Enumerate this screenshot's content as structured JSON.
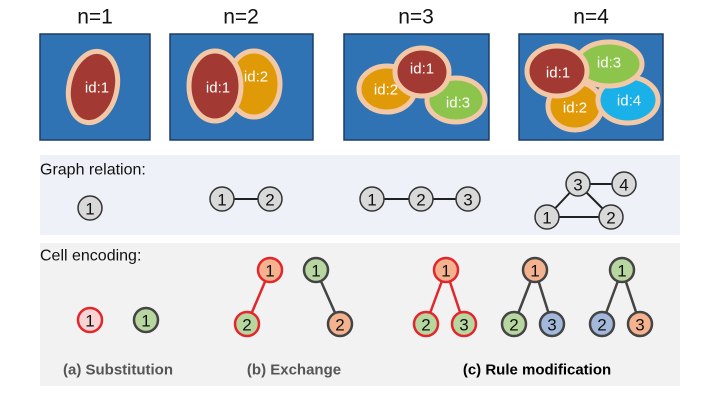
{
  "panels": [
    {
      "title": "n=1",
      "cells": [
        {
          "label": "id:1",
          "color": "#a23a33"
        }
      ]
    },
    {
      "title": "n=2",
      "cells": [
        {
          "label": "id:1",
          "color": "#a23a33"
        },
        {
          "label": "id:2",
          "color": "#e09a08"
        }
      ]
    },
    {
      "title": "n=3",
      "cells": [
        {
          "label": "id:2",
          "color": "#e09a08"
        },
        {
          "label": "id:1",
          "color": "#a23a33"
        },
        {
          "label": "id:3",
          "color": "#8cc44c"
        }
      ]
    },
    {
      "title": "n=4",
      "cells": [
        {
          "label": "id:1",
          "color": "#a23a33"
        },
        {
          "label": "id:3",
          "color": "#8cc44c"
        },
        {
          "label": "id:2",
          "color": "#e09a08"
        },
        {
          "label": "id:4",
          "color": "#1ab0e8"
        }
      ]
    }
  ],
  "graph_section": {
    "label": "Graph relation:",
    "graphs": [
      {
        "nodes": [
          "1"
        ],
        "edges": []
      },
      {
        "nodes": [
          "1",
          "2"
        ],
        "edges": [
          [
            0,
            1
          ]
        ]
      },
      {
        "nodes": [
          "1",
          "2",
          "3"
        ],
        "edges": [
          [
            0,
            1
          ],
          [
            1,
            2
          ]
        ]
      },
      {
        "nodes": [
          "1",
          "2",
          "3",
          "4"
        ],
        "edges": [
          [
            0,
            1
          ],
          [
            0,
            2
          ],
          [
            1,
            2
          ],
          [
            2,
            3
          ]
        ]
      }
    ]
  },
  "encoding_section": {
    "label": "Cell encoding:",
    "captions": [
      "(a) Substitution",
      "(b) Exchange",
      "(c) Rule modification"
    ],
    "trees": [
      {
        "nodes": [
          {
            "t": "1",
            "fill": "#f8d4d4",
            "stroke": "#e3262c"
          }
        ],
        "edges": []
      },
      {
        "nodes": [
          {
            "t": "1",
            "fill": "#b8d6a0",
            "stroke": "#444444"
          }
        ],
        "edges": []
      },
      {
        "nodes": [
          {
            "t": "1",
            "fill": "#f4b38e",
            "stroke": "#e3262c"
          },
          {
            "t": "2",
            "fill": "#b8d6a0",
            "stroke": "#e3262c"
          }
        ],
        "edges": [
          [
            0,
            1
          ]
        ],
        "edge_color": "#e3262c"
      },
      {
        "nodes": [
          {
            "t": "1",
            "fill": "#b8d6a0",
            "stroke": "#444444"
          },
          {
            "t": "2",
            "fill": "#f4b38e",
            "stroke": "#444444"
          }
        ],
        "edges": [
          [
            0,
            1
          ]
        ],
        "edge_color": "#444444"
      },
      {
        "nodes": [
          {
            "t": "1",
            "fill": "#f4b38e",
            "stroke": "#e3262c"
          },
          {
            "t": "2",
            "fill": "#b8d6a0",
            "stroke": "#e3262c"
          },
          {
            "t": "3",
            "fill": "#b8d6a0",
            "stroke": "#e3262c"
          }
        ],
        "edges": [
          [
            0,
            1
          ],
          [
            0,
            2
          ]
        ],
        "edge_color": "#e3262c"
      },
      {
        "nodes": [
          {
            "t": "1",
            "fill": "#f4b38e",
            "stroke": "#444444"
          },
          {
            "t": "2",
            "fill": "#b8d6a0",
            "stroke": "#444444"
          },
          {
            "t": "3",
            "fill": "#a3b9dc",
            "stroke": "#444444"
          }
        ],
        "edges": [
          [
            0,
            1
          ],
          [
            0,
            2
          ]
        ],
        "edge_color": "#444444"
      },
      {
        "nodes": [
          {
            "t": "1",
            "fill": "#b8d6a0",
            "stroke": "#444444"
          },
          {
            "t": "2",
            "fill": "#a3b9dc",
            "stroke": "#444444"
          },
          {
            "t": "3",
            "fill": "#f4b38e",
            "stroke": "#444444"
          }
        ],
        "edges": [
          [
            0,
            1
          ],
          [
            0,
            2
          ]
        ],
        "edge_color": "#444444"
      }
    ]
  }
}
